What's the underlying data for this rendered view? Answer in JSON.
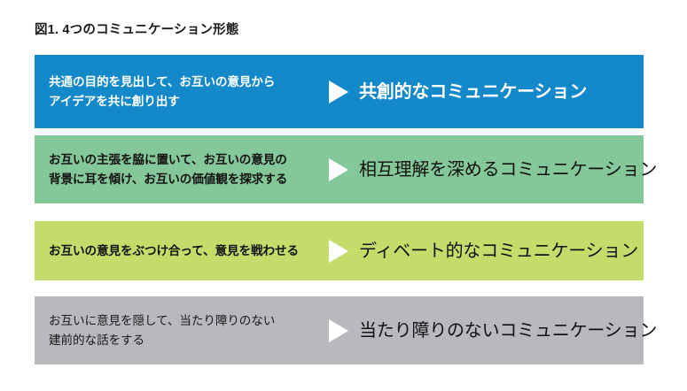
{
  "figure": {
    "title": "図1. 4つのコミュニケーション形態",
    "arrow_icon": "play-triangle-icon",
    "rows": [
      {
        "key": "co-creative",
        "description": "共通の目的を見出して、お互いの意見から\nアイデアを共に創り出す",
        "label": "共創的なコミュニケーション",
        "bar_color": "#1389ca",
        "text_color": "#ffffff",
        "arrow_color": "#ffffff"
      },
      {
        "key": "mutual-understanding",
        "description": "お互いの主張を脇に置いて、お互いの意見の\n背景に耳を傾け、お互いの価値観を探求する",
        "label": "相互理解を深めるコミュニケーション",
        "bar_color": "#84c798",
        "text_color": "#111111",
        "arrow_color": "#ffffff"
      },
      {
        "key": "debate",
        "description": "お互いの意見をぶつけ合って、意見を戦わせる",
        "label": "ディベート的なコミュニケーション",
        "bar_color": "#c3dc6a",
        "text_color": "#111111",
        "arrow_color": "#ffffff"
      },
      {
        "key": "harmless",
        "description": "お互いに意見を隠して、当たり障りのない\n建前的な話をする",
        "label": "当たり障りのないコミュニケーション",
        "bar_color": "#b7b9bd",
        "text_color": "#1a1a1a",
        "arrow_color": "#ffffff"
      }
    ]
  }
}
